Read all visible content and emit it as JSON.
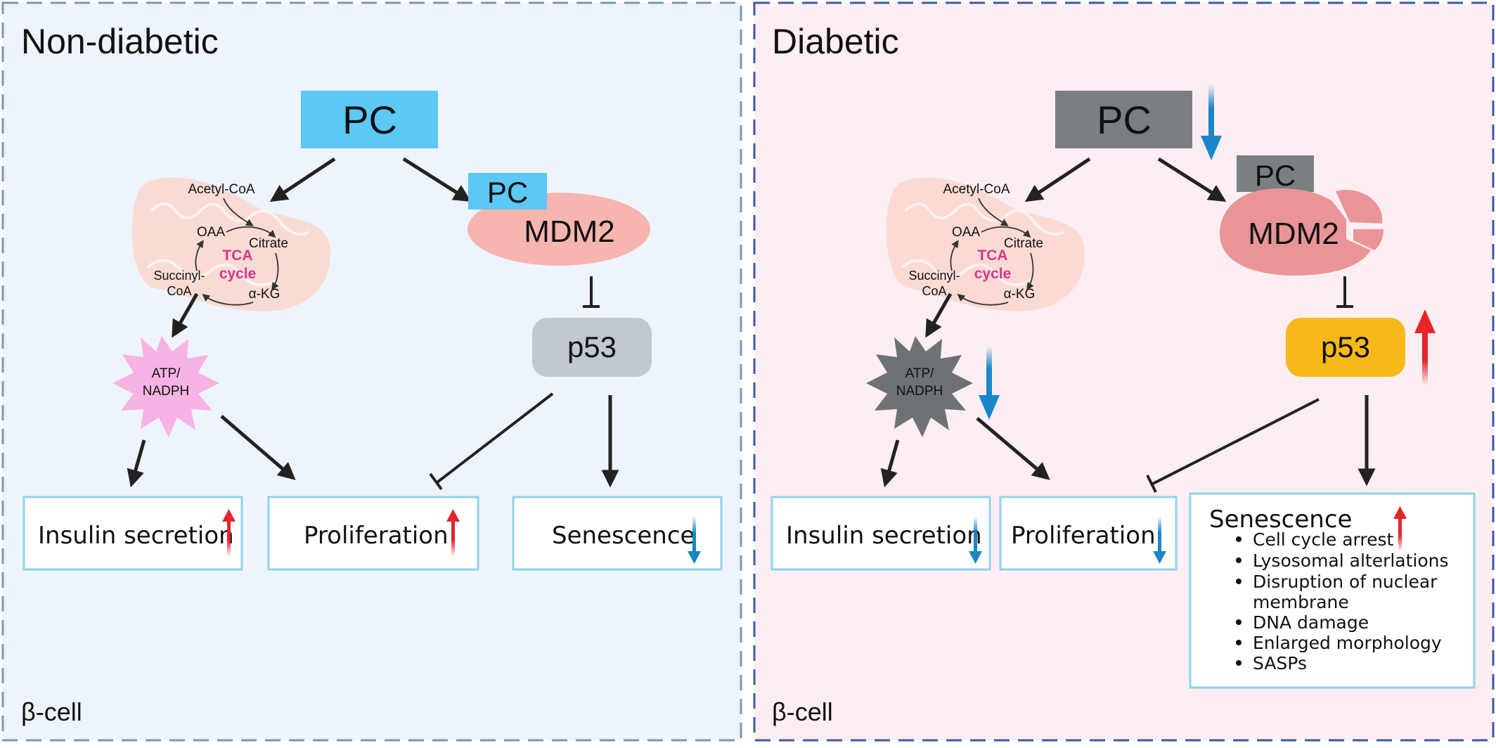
{
  "panels": {
    "left": {
      "title": "Non-diabetic",
      "cell_label": "β-cell",
      "pc_main": "PC",
      "pc_small": "PC",
      "mdm2": "MDM2",
      "p53": "p53",
      "tca": {
        "acetyl_coa": "Acetyl-CoA",
        "oaa": "OAA",
        "citrate": "Citrate",
        "tca": "TCA",
        "cycle": "cycle",
        "succinyl": "Succinyl-",
        "coa": "CoA",
        "akg": "α-KG"
      },
      "atp": "ATP/",
      "nadph": "NADPH",
      "outcomes": {
        "insulin": "Insulin secretion",
        "proliferation": "Proliferation",
        "senescence": "Senescence"
      },
      "colors": {
        "background": "#eef4fc",
        "pc": "#5cc8f5",
        "mdm2": "#f7b5b0",
        "p53": "#c0c8d0",
        "atp": "#f7b3e3"
      }
    },
    "right": {
      "title": "Diabetic",
      "cell_label": "β-cell",
      "pc_main": "PC",
      "pc_small": "PC",
      "mdm2": "MDM2",
      "p53": "p53",
      "tca": {
        "acetyl_coa": "Acetyl-CoA",
        "oaa": "OAA",
        "citrate": "Citrate",
        "tca": "TCA",
        "cycle": "cycle",
        "succinyl": "Succinyl-",
        "coa": "CoA",
        "akg": "α-KG"
      },
      "atp": "ATP/",
      "nadph": "NADPH",
      "outcomes": {
        "insulin": "Insulin secretion",
        "proliferation": "Proliferation",
        "senescence": "Senescence"
      },
      "senescence_features": [
        "Cell cycle arrest",
        "Lysosomal alterlations",
        "Disruption of nuclear",
        "membrane",
        "DNA damage",
        "Enlarged morphology",
        "SASPs"
      ],
      "colors": {
        "background": "#fdeef3",
        "pc": "#7a7f82",
        "mdm2": "#e99597",
        "p53": "#f7b91a",
        "atp": "#6f7275"
      }
    }
  },
  "colors": {
    "up_arrow": "#e5252a",
    "down_arrow": "#1a86c8",
    "outcome_border": "#8fd3ec",
    "tca_text": "#d6358f",
    "mito": "#f9d6cc"
  }
}
